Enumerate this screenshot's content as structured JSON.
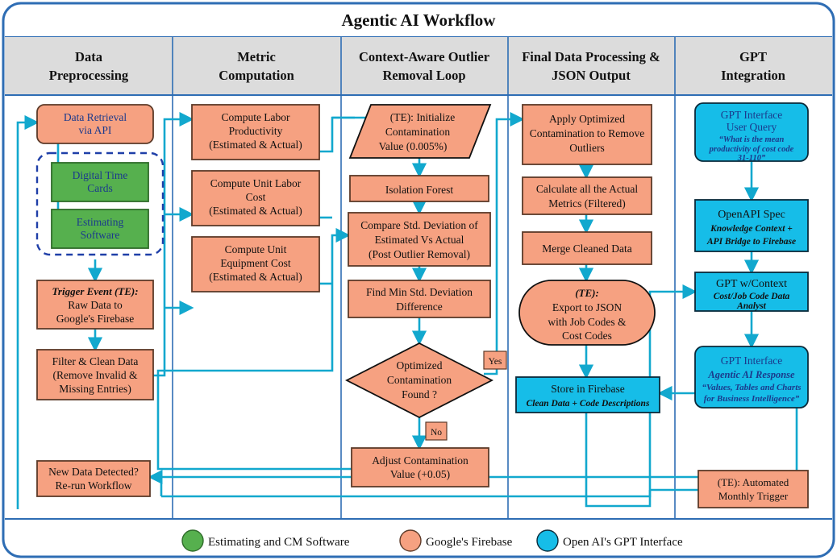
{
  "title": "Agentic AI Workflow",
  "colors": {
    "frame_border": "#2E6DB4",
    "header_fill": "#DCDCDC",
    "orange_fill": "#F6A181",
    "orange_stroke": "#5C3A28",
    "green_fill": "#56B04E",
    "green_stroke": "#2F6B2A",
    "cyan_fill": "#16BDE8",
    "cyan_stroke": "#0A2A3A",
    "connector": "#12A8CE",
    "dashed_group": "#1F3FA8",
    "blue_text": "#1B3A8C",
    "black_text": "#111111"
  },
  "columns": [
    {
      "id": "data-preprocessing",
      "label_line1": "Data",
      "label_line2": "Preprocessing"
    },
    {
      "id": "metric-computation",
      "label_line1": "Metric",
      "label_line2": "Computation"
    },
    {
      "id": "outlier-removal-loop",
      "label_line1": "Context-Aware Outlier",
      "label_line2": "Removal Loop"
    },
    {
      "id": "final-data-processing",
      "label_line1": "Final Data Processing &",
      "label_line2": "JSON Output"
    },
    {
      "id": "gpt-integration",
      "label_line1": "GPT",
      "label_line2": "Integration"
    }
  ],
  "nodes": {
    "data_retrieval": {
      "lines": [
        "Data Retrieval",
        "via API"
      ]
    },
    "digital_time_cards": {
      "lines": [
        "Digital Time",
        "Cards"
      ]
    },
    "estimating_software": {
      "lines": [
        "Estimating",
        "Software"
      ]
    },
    "trigger_raw_data": {
      "lines": [
        "Trigger Event (TE):",
        "Raw Data to",
        "Google's Firebase"
      ]
    },
    "filter_clean_data": {
      "lines": [
        "Filter & Clean Data",
        "(Remove Invalid &",
        "Missing Entries)"
      ]
    },
    "new_data_detected": {
      "lines": [
        "New Data Detected?",
        "Re-run Workflow"
      ]
    },
    "compute_labor_productivity": {
      "lines": [
        "Compute Labor",
        "Productivity",
        "(Estimated & Actual)"
      ]
    },
    "compute_unit_labor_cost": {
      "lines": [
        "Compute Unit Labor",
        "Cost",
        "(Estimated & Actual)"
      ]
    },
    "compute_unit_equipment_cost": {
      "lines": [
        "Compute Unit",
        "Equipment Cost",
        "(Estimated & Actual)"
      ]
    },
    "initialize_contamination": {
      "lines": [
        "(TE): Initialize",
        "Contamination",
        "Value (0.005%)"
      ]
    },
    "isolation_forest": {
      "lines": [
        "Isolation Forest"
      ]
    },
    "compare_std_deviation": {
      "lines": [
        "Compare Std. Deviation of",
        "Estimated Vs Actual",
        "(Post Outlier Removal)"
      ]
    },
    "find_min_std_deviation": {
      "lines": [
        "Find Min Std. Deviation",
        "Difference"
      ]
    },
    "optimized_contamination_found": {
      "lines": [
        "Optimized",
        "Contamination",
        "Found ?"
      ]
    },
    "adjust_contamination": {
      "lines": [
        "Adjust Contamination",
        "Value (+0.05)"
      ]
    },
    "apply_optimized_contamination": {
      "lines": [
        "Apply Optimized",
        "Contamination to Remove",
        "Outliers"
      ]
    },
    "calculate_actual_metrics": {
      "lines": [
        "Calculate all the Actual",
        "Metrics (Filtered)"
      ]
    },
    "merge_cleaned_data": {
      "lines": [
        "Merge Cleaned Data"
      ]
    },
    "export_to_json": {
      "lines": [
        "(TE):",
        "Export to JSON",
        "with Job Codes &",
        "Cost Codes"
      ]
    },
    "store_in_firebase": {
      "lines": [
        "Store in Firebase",
        "Clean Data + Code Descriptions"
      ]
    },
    "gpt_interface_user_query": {
      "lines": [
        "GPT Interface",
        "User Query",
        "“What is the mean",
        "productivity of cost code",
        "31-110”"
      ]
    },
    "openapi_spec": {
      "lines": [
        "OpenAPI Spec",
        "Knowledge Context +",
        "API Bridge to Firebase"
      ]
    },
    "gpt_with_context": {
      "lines": [
        "GPT w/Context",
        "Cost/Job Code Data",
        "Analyst"
      ]
    },
    "gpt_interface_response": {
      "lines": [
        "GPT Interface",
        "Agentic AI Response",
        "“Values, Tables and Charts",
        "for Business Intelligence”"
      ]
    },
    "automated_monthly_trigger": {
      "lines": [
        "(TE): Automated",
        "Monthly Trigger"
      ]
    }
  },
  "edge_labels": {
    "yes": "Yes",
    "no": "No"
  },
  "legend": [
    {
      "id": "legend-green",
      "color": "#56B04E",
      "label": "Estimating and CM Software"
    },
    {
      "id": "legend-orange",
      "color": "#F6A181",
      "label": "Google's Firebase"
    },
    {
      "id": "legend-cyan",
      "color": "#16BDE8",
      "label": "Open AI's GPT Interface"
    }
  ]
}
